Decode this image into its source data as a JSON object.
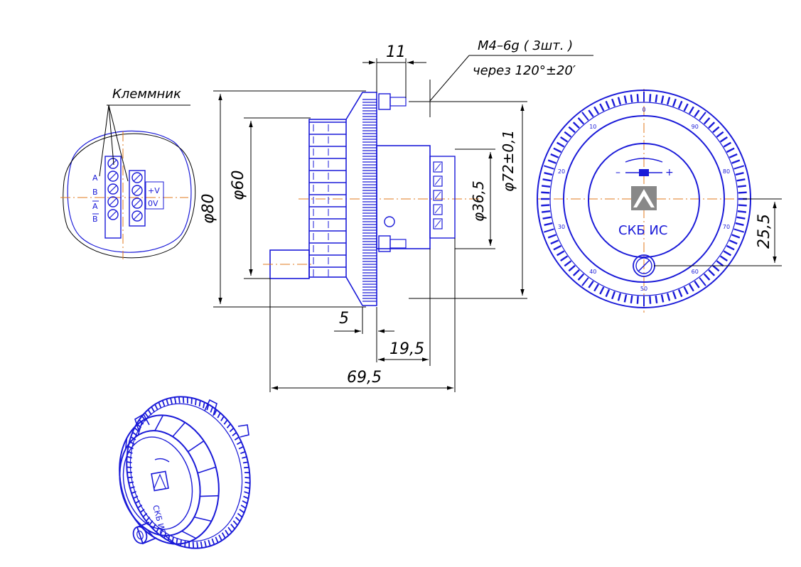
{
  "title_leader": {
    "terminal_block": "Клеммник"
  },
  "terminal": {
    "left_labels": [
      "A",
      "B",
      "A",
      "B"
    ],
    "right_labels": [
      "+V",
      "0V"
    ]
  },
  "dimensions": {
    "d80": "φ80",
    "d60": "φ60",
    "d72": "φ72±0,1",
    "d365": "φ36,5",
    "d11": "11",
    "d5": "5",
    "d195": "19,5",
    "d695": "69,5",
    "d255": "25,5"
  },
  "thread_note": {
    "line1": "M4–6g ( 3шт. )",
    "line2": "через 120°±20′"
  },
  "dial": {
    "brand": "СКБ ИС",
    "minus": "–",
    "plus": "+",
    "scale_labels": [
      "0",
      "10",
      "20",
      "30",
      "40",
      "50",
      "60",
      "70",
      "80",
      "90"
    ]
  },
  "iso_view": {
    "brand": "СКБ ИС"
  },
  "colors": {
    "outline": "#1a1ad8",
    "center_line": "#e07a1e",
    "dimension": "#000000"
  }
}
